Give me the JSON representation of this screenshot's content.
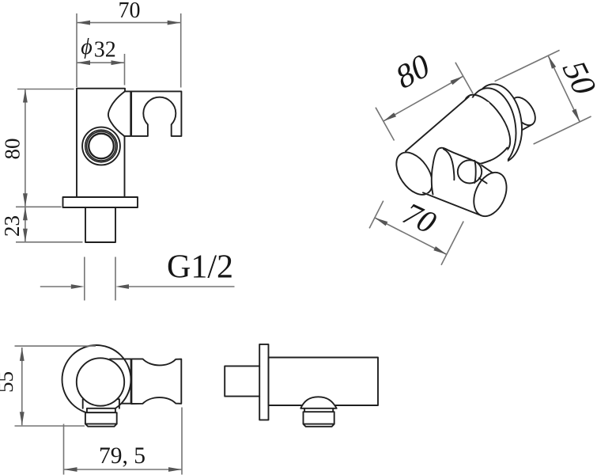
{
  "document": {
    "type": "technical-drawing",
    "background": "#ffffff",
    "views": [
      "front-view",
      "isometric-view",
      "top-view",
      "side-view"
    ]
  },
  "colors": {
    "object_line": "#1f1f1f",
    "dimension_line": "#757575",
    "arrow_fill": "#565656",
    "text": "#161616"
  },
  "labels": {
    "front_width": "70",
    "front_diameter_symbol": "ϕ",
    "front_diameter_value": "32",
    "front_height": "80",
    "front_base_height": "23",
    "front_thread": "G1/2",
    "iso_length": "80",
    "iso_flange_diameter": "50",
    "iso_depth": "70",
    "top_height": "55",
    "top_width": "79, 5"
  }
}
